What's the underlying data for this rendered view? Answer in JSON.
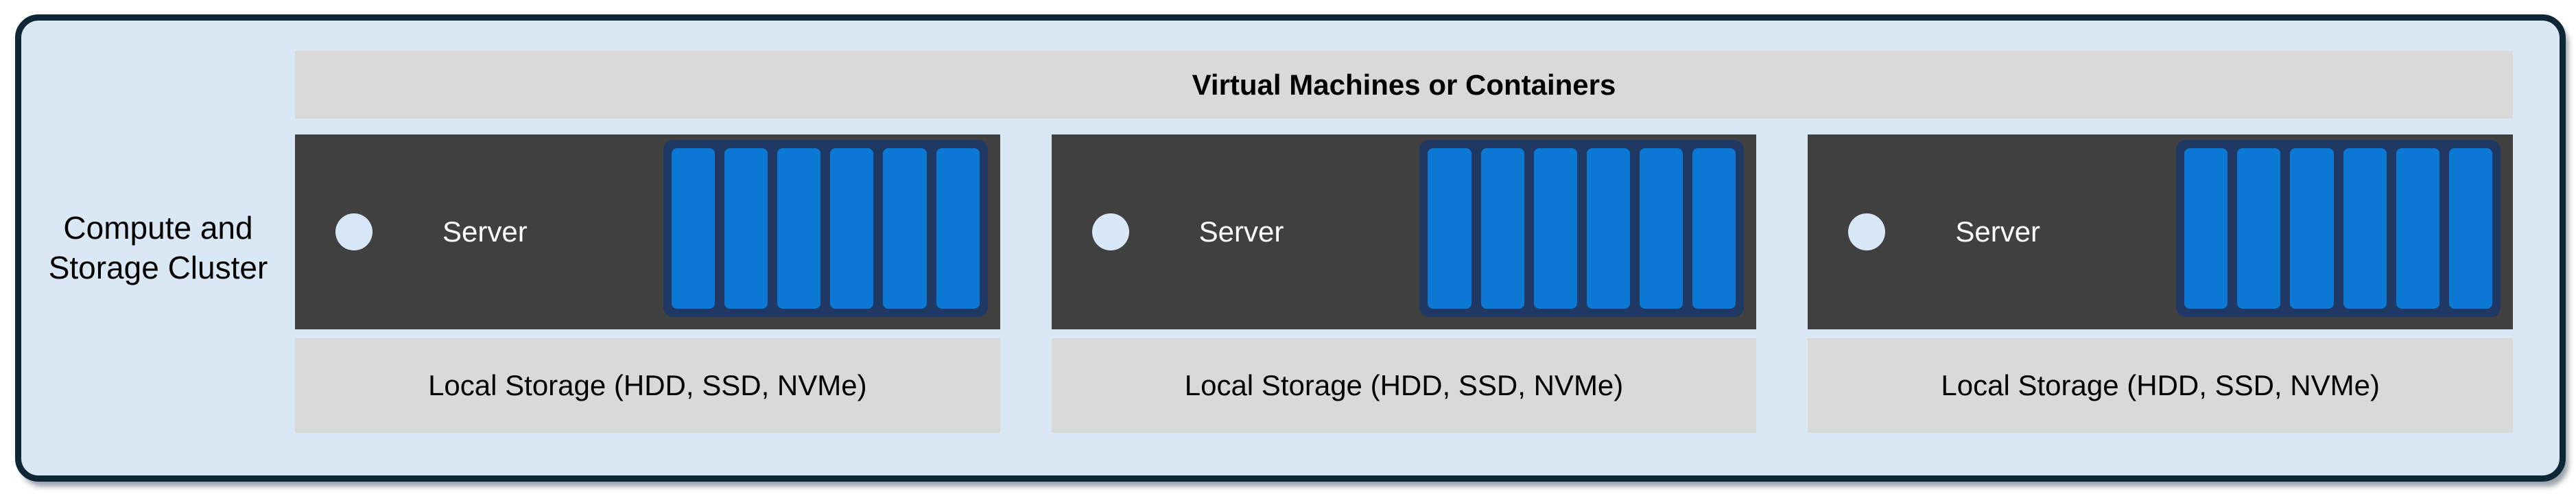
{
  "diagram": {
    "cluster_label_lines": [
      "Compute and",
      "Storage Cluster"
    ],
    "header": "Virtual Machines or Containers",
    "servers": [
      {
        "label": "Server",
        "drive_bays": 6,
        "storage_label": "Local Storage (HDD, SSD, NVMe)"
      },
      {
        "label": "Server",
        "drive_bays": 6,
        "storage_label": "Local Storage (HDD, SSD, NVMe)"
      },
      {
        "label": "Server",
        "drive_bays": 6,
        "storage_label": "Local Storage (HDD, SSD, NVMe)"
      }
    ],
    "colors": {
      "canvas_bg": "#ffffff",
      "cluster_fill": "#dae7f5",
      "cluster_border": "#0d2737",
      "bar_gray": "#d9d9d9",
      "server_gray": "#404040",
      "bay_frame_navy": "#1f3864",
      "bay_blue": "#0b78d4",
      "led_light": "#d9e8f8",
      "text_dark": "#000000",
      "text_light": "#ffffff"
    }
  }
}
